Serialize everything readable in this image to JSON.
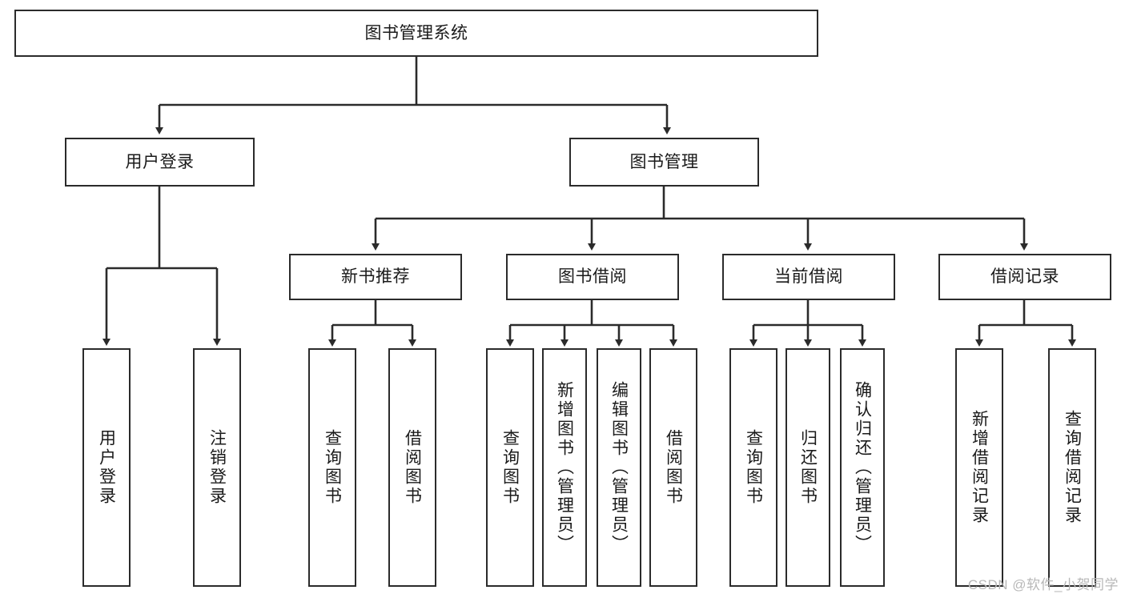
{
  "diagram": {
    "title": "图书管理系统",
    "type": "tree-structure-chart",
    "watermark": "CSDN @软件_小贺同学",
    "colors": {
      "box_border": "#2b2b2b",
      "box_fill": "#ffffff",
      "connector": "#2b2b2b",
      "text": "#1a1a1a",
      "watermark": "#b8b8b8"
    }
  },
  "nodes": {
    "root": {
      "label": "图书管理系统"
    },
    "level2": [
      {
        "id": "user-login",
        "label": "用户登录"
      },
      {
        "id": "book-management",
        "label": "图书管理"
      }
    ],
    "level3": [
      {
        "id": "new-book-recommend",
        "label": "新书推荐"
      },
      {
        "id": "book-borrow",
        "label": "图书借阅"
      },
      {
        "id": "current-borrow",
        "label": "当前借阅"
      },
      {
        "id": "borrow-record",
        "label": "借阅记录"
      }
    ],
    "leaves": {
      "user_login": [
        {
          "id": "leaf-user-login",
          "label": "用户登录"
        },
        {
          "id": "leaf-logout-login",
          "label": "注销登录"
        }
      ],
      "new_book_recommend": [
        {
          "id": "leaf-query-book-1",
          "label": "查询图书"
        },
        {
          "id": "leaf-borrow-book-1",
          "label": "借阅图书"
        }
      ],
      "book_borrow": [
        {
          "id": "leaf-query-book-2",
          "label": "查询图书"
        },
        {
          "id": "leaf-add-book",
          "label": "新增图书（管理员）"
        },
        {
          "id": "leaf-edit-book",
          "label": "编辑图书（管理员）"
        },
        {
          "id": "leaf-borrow-book-2",
          "label": "借阅图书"
        }
      ],
      "current_borrow": [
        {
          "id": "leaf-query-book-3",
          "label": "查询图书"
        },
        {
          "id": "leaf-return-book",
          "label": "归还图书"
        },
        {
          "id": "leaf-confirm-return",
          "label": "确认归还（管理员）"
        }
      ],
      "borrow_record": [
        {
          "id": "leaf-add-borrow-record",
          "label": "新增借阅记录"
        },
        {
          "id": "leaf-query-borrow-record",
          "label": "查询借阅记录"
        }
      ]
    }
  }
}
